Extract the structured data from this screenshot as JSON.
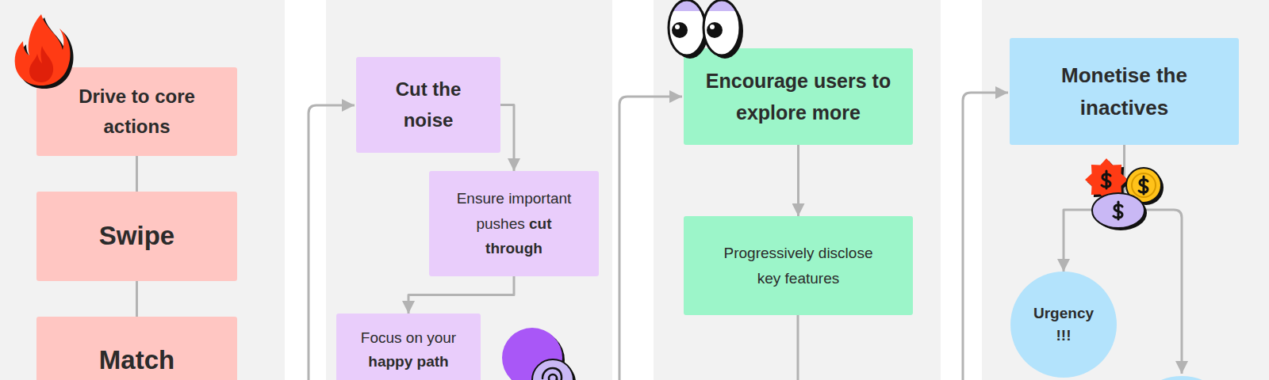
{
  "diagram": {
    "nodes": [
      {
        "text": [
          "Drive to core actions"
        ]
      },
      {
        "text": [
          "Swipe"
        ]
      },
      {
        "text": [
          "Match"
        ]
      },
      {
        "text": [
          "Cut the noise"
        ]
      },
      {
        "text": [
          "Ensure important pushes cut through"
        ]
      },
      {
        "text": [
          "Focus on your happy path"
        ]
      },
      {
        "text": [
          "Encourage users to explore more"
        ]
      },
      {
        "text": [
          "Progressively disclose key features"
        ]
      },
      {
        "text": [
          "Monetise the inactives"
        ]
      },
      {
        "text": [
          "Urgency !!!"
        ]
      }
    ],
    "edges": [
      {
        "from": 0,
        "to": 1,
        "arrow": "none"
      },
      {
        "from": 1,
        "to": 2,
        "arrow": "none"
      },
      {
        "from": 3,
        "to": 4,
        "arrow": "to"
      },
      {
        "from": 4,
        "to": 5,
        "arrow": "to"
      },
      {
        "from": 6,
        "to": 7,
        "arrow": "to"
      },
      {
        "from": 8,
        "to": 9,
        "arrow": "to"
      }
    ]
  }
}
